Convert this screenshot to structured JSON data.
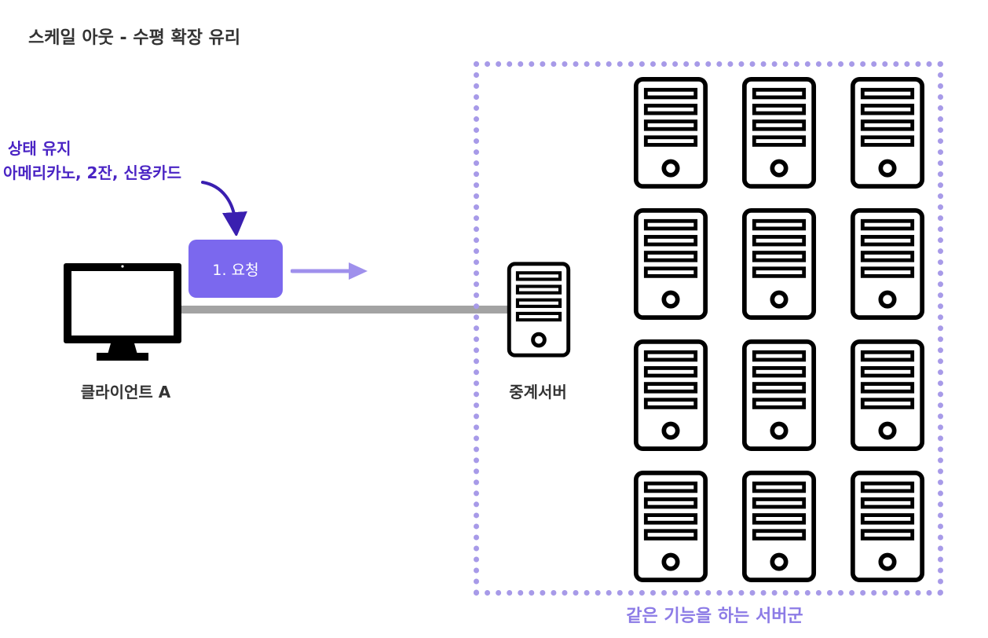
{
  "title": "스케일 아웃 - 수평 확장 유리",
  "state_note": {
    "line1": "상태 유지",
    "line2": "아메리카노, 2잔, 신용카드"
  },
  "request": {
    "label": "1. 요청"
  },
  "client": {
    "label": "클라이언트 A"
  },
  "relay_server": {
    "label": "중계서버"
  },
  "server_group": {
    "label": "같은 기능을 하는 서버군"
  },
  "colors": {
    "accent_purple": "#7b68ee",
    "note_text": "#4a24c4",
    "group_border": "#a79ae8",
    "group_label": "#8c7be6",
    "connection": "#a3a3a3"
  },
  "icons": [
    "monitor-icon",
    "server-icon",
    "curved-arrow-icon",
    "right-arrow-icon"
  ]
}
